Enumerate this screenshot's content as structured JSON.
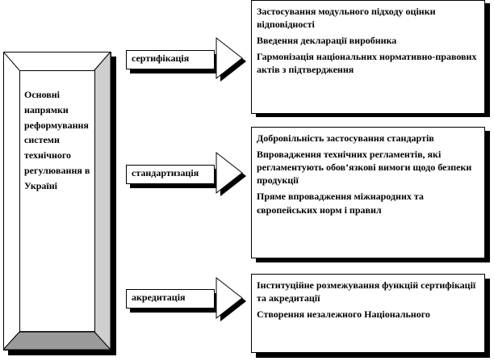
{
  "main": {
    "lines": [
      "Основні",
      "напрямки",
      "реформування",
      "системи",
      "технічного",
      "регулювання в",
      "Україні"
    ]
  },
  "branches": [
    {
      "label": "сертифікація",
      "items": [
        "Застосування модульного підходу оцінки відповідності",
        "Введення декларації виробника",
        "Гармонізація національних нормативно-правових актів з підтвердження"
      ]
    },
    {
      "label": "стандартизація",
      "items": [
        "Добровільність застосування стандартів",
        "Впровадження технічних регламентів, які регламентують обов’язкові вимоги щодо безпеки продукції",
        "Пряме впровадження міжнародних та європейських норм і правил"
      ]
    },
    {
      "label": "акредитація",
      "items": [
        "Інституційне розмежування функцій сертифікації та акредитації",
        "Створення незалежного Національного"
      ]
    }
  ]
}
